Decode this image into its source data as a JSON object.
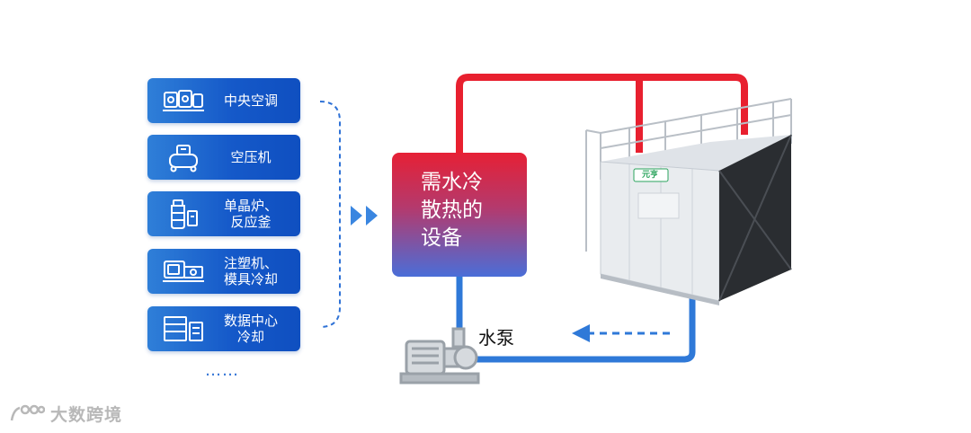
{
  "applications": [
    {
      "label": "中央空调",
      "icon": "central-ac-unit-icon"
    },
    {
      "label": "空压机",
      "icon": "air-compressor-icon"
    },
    {
      "label": "单晶炉、\n反应釜",
      "icon": "reactor-icon"
    },
    {
      "label": "注塑机、\n模具冷却",
      "icon": "injection-molding-machine-icon"
    },
    {
      "label": "数据中心\n冷却",
      "icon": "server-rack-icon"
    }
  ],
  "more_indicator": "……",
  "device_box": {
    "label": "需水冷\n散热的\n设备"
  },
  "pump": {
    "label": "水泵"
  },
  "tower": {
    "logo_text": "元亨"
  },
  "watermark": {
    "text": "大数跨境"
  },
  "colors": {
    "hot_pipe": "#e8202f",
    "cold_pipe": "#2f79d8",
    "card_blue": "#1559c9"
  }
}
